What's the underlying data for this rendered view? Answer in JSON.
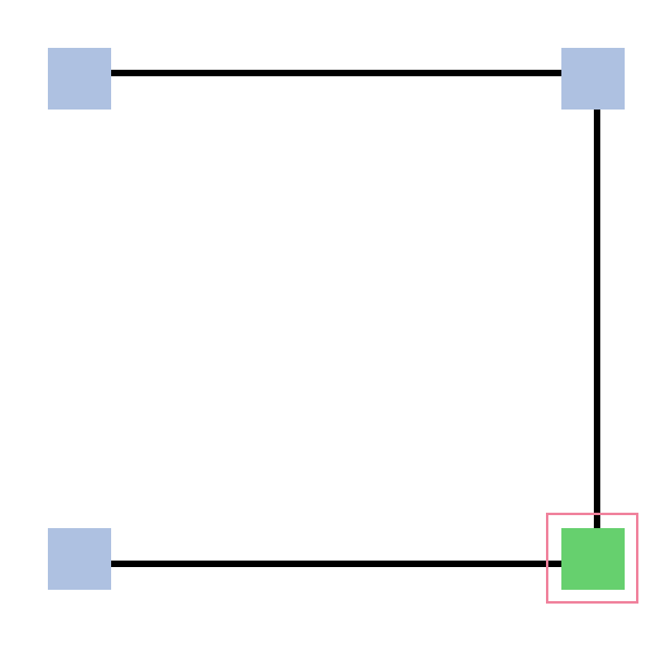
{
  "puzzle": {
    "colors": {
      "background": "#ffffff",
      "wire": "#000000",
      "node_idle": "#aec1e1",
      "node_active": "#66d06e",
      "selection": "#f0819c"
    },
    "nodes": [
      {
        "id": "top-left",
        "state": "idle"
      },
      {
        "id": "top-right",
        "state": "idle"
      },
      {
        "id": "bottom-left",
        "state": "idle"
      },
      {
        "id": "bottom-right",
        "state": "active",
        "selected": true
      }
    ],
    "connections": [
      {
        "from": "top-left",
        "to": "top-right"
      },
      {
        "from": "top-right",
        "to": "bottom-right"
      },
      {
        "from": "bottom-left",
        "to": "bottom-right"
      }
    ]
  }
}
